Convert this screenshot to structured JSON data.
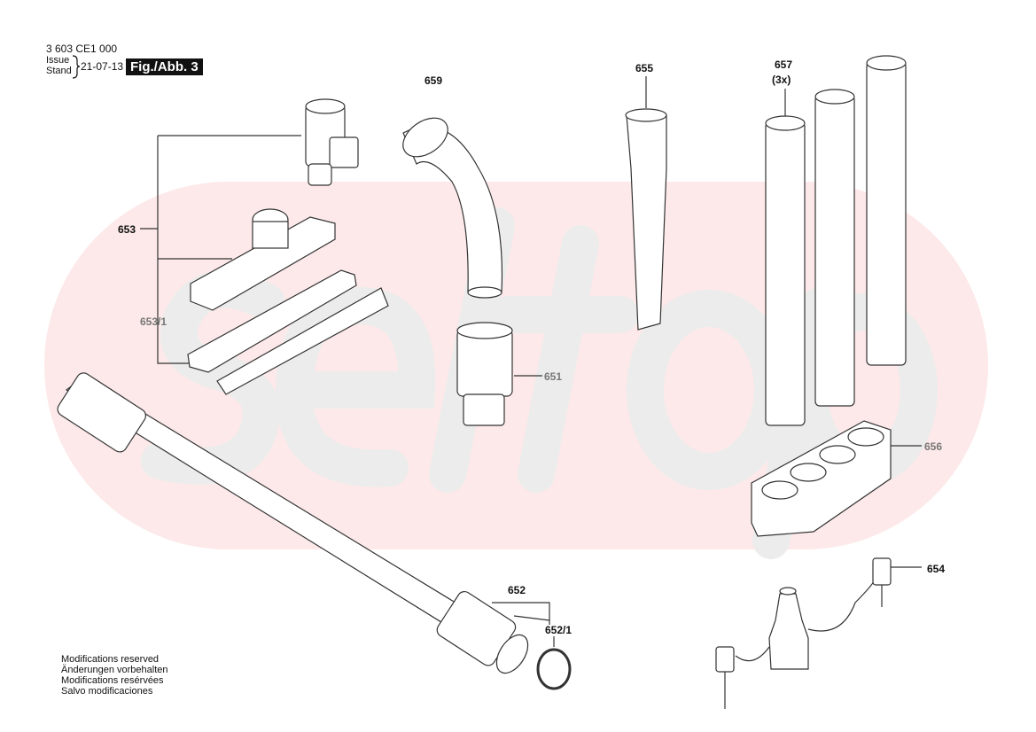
{
  "header": {
    "part_number": "3 603 CE1 000",
    "issue_label": "Issue",
    "stand_label": "Stand",
    "date": "21-07-13",
    "figure": "Fig./Abb. 3"
  },
  "watermark": "seltop",
  "parts": {
    "p653": "653",
    "p653_1": "653/1",
    "p659": "659",
    "p655": "655",
    "p657": "657",
    "p657_qty": "(3x)",
    "p651": "651",
    "p656": "656",
    "p654": "654",
    "p652": "652",
    "p652_1": "652/1"
  },
  "notes": [
    "Modifications reserved",
    "Änderungen vorbehalten",
    "Modifications resérvées",
    "Salvo modificaciones"
  ],
  "colors": {
    "watermark_bg": "#fde9e9",
    "watermark_text": "#ececec",
    "line": "#333333"
  }
}
